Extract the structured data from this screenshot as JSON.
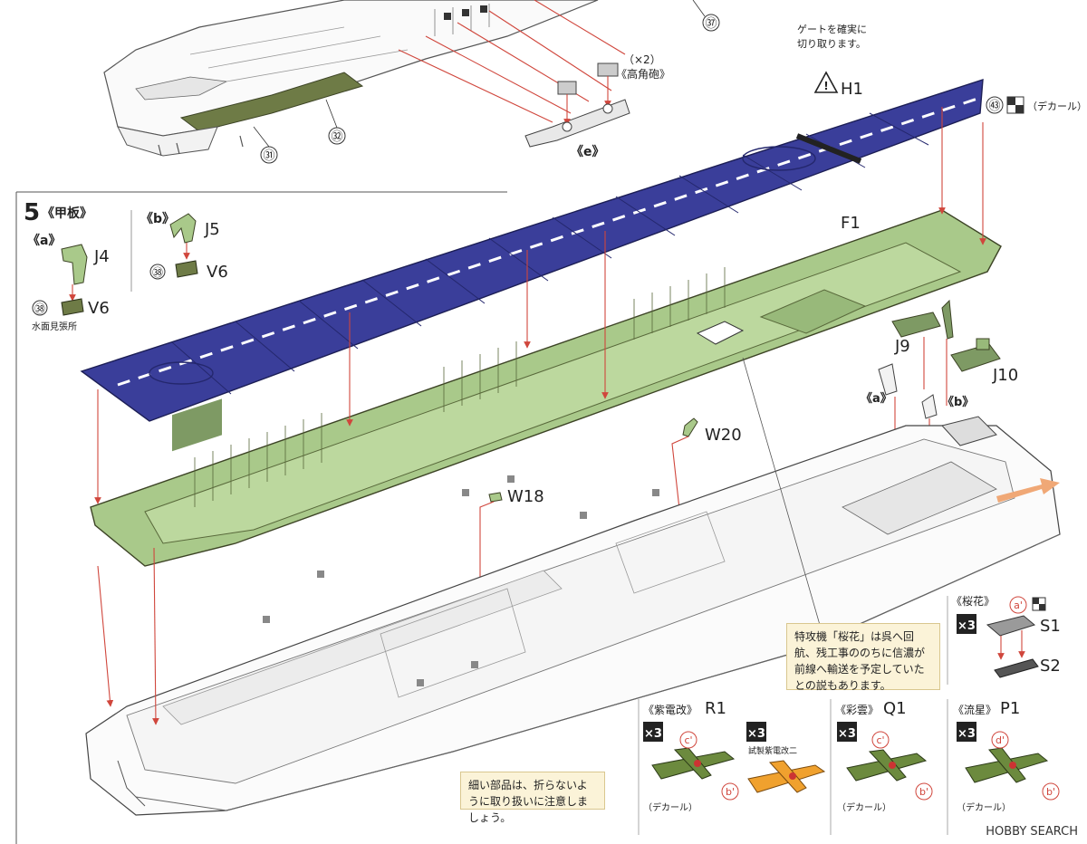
{
  "colors": {
    "deck_blue": "#3a3e9a",
    "hangar_green": "#a9c98a",
    "hull_green": "#6e7b46",
    "leader_red": "#d0463c",
    "note_bg": "#fbf3d8",
    "arrow_orange": "#f0a876"
  },
  "step": {
    "number": "5",
    "title": "《甲板》"
  },
  "parts": {
    "f1": "F1",
    "h1": "H1",
    "j4": "J4",
    "j5": "J5",
    "j9": "J9",
    "j10": "J10",
    "v6_a": "V6",
    "v6_b": "V6",
    "w18": "W18",
    "w20": "W20",
    "s1": "S1",
    "s2": "S2",
    "r1": "R1",
    "q1": "Q1",
    "p1": "P1"
  },
  "callouts": {
    "c31": "㉛",
    "c32": "㉜",
    "c37": "㊲",
    "c38_a": "㊳",
    "c38_b": "㊳",
    "c43": "㊸",
    "e_mark": "《e》",
    "x2": "（×2）",
    "koukakuhou": "《高角砲》",
    "a_mark": "《a》",
    "b_mark": "《b》",
    "a_mark2": "《a》",
    "b_mark2": "《b》",
    "suimen": "水面見張所",
    "gate_note_1": "ゲートを確実に",
    "gate_note_2": "切り取ります。",
    "decal_top": "（デカール）"
  },
  "aircraft": {
    "ouka": {
      "title": "《桜花》",
      "qty": "×3",
      "decal": "a'"
    },
    "shiden": {
      "title": "《紫電改》",
      "part": "R1",
      "qty": "×3",
      "decal_c": "c'",
      "decal_b": "b'",
      "decal_label": "（デカール）"
    },
    "shiden2": {
      "qty": "×3",
      "caption": "試製紫電改二"
    },
    "saiun": {
      "title": "《彩雲》",
      "part": "Q1",
      "qty": "×3",
      "decal_c": "c'",
      "decal_b": "b'",
      "decal_label": "（デカール）"
    },
    "ryusei": {
      "title": "《流星》",
      "part": "P1",
      "qty": "×3",
      "decal_d": "d'",
      "decal_b": "b'",
      "decal_label": "（デカール）"
    }
  },
  "notes": {
    "ouka_note": "特攻機「桜花」は呉へ回航、残工事ののちに信濃が前線へ輸送を予定していたとの説もあります。",
    "care_note": "細い部品は、折らないように取り扱いに注意しましょう。"
  },
  "watermark": "HOBBY SEARCH"
}
